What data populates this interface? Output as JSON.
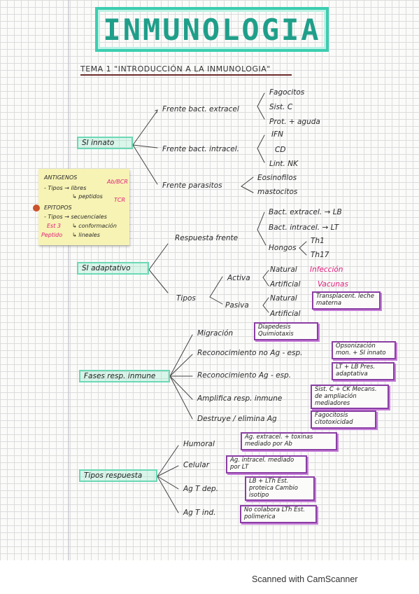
{
  "title": "INMUNOLOGIA",
  "subtitle": "TEMA 1 \"INTRODUCCIÓN A LA INMUNOLOGIA\"",
  "si_innato": {
    "label": "SI innato",
    "b1": {
      "label": "Frente bact. extracel",
      "items": [
        "Fagocitos",
        "Sist. C",
        "Prot. + aguda"
      ]
    },
    "b2": {
      "label": "Frente bact. intracel.",
      "items": [
        "IFN",
        "CD",
        "Lint. NK"
      ]
    },
    "b3": {
      "label": "Frente parasitos",
      "items": [
        "Eosinofilos",
        "mastocitos"
      ]
    }
  },
  "sticky": {
    "antigenos": "ANTIGENOS",
    "antigenos_tag": "Ab/BCR",
    "tipos_libres": "- Tipos → libres",
    "peptidos": "↳ peptidos",
    "peptidos_tag": "TCR",
    "epitopos": "EPITOPOS",
    "tipos_secuencial": "- Tipos → secuenciales",
    "est3": "Est 3",
    "conformacion": "↳ conformación",
    "peptido": "Peptido",
    "lineales": "↳ lineales"
  },
  "si_adaptativo": {
    "label": "SI adaptativo",
    "respuesta": {
      "label": "Respuesta frente",
      "items": [
        "Bact. extracel. → LB",
        "Bact. intracel. → LT",
        "Hongos"
      ],
      "th": [
        "Th1",
        "Th17"
      ]
    },
    "tipos": {
      "label": "Tipos",
      "activa": {
        "label": "Activa",
        "natural": "Natural",
        "natural_note": "Infección",
        "artificial": "Artificial",
        "artificial_note": "Vacunas"
      },
      "pasiva": {
        "label": "Pasiva",
        "natural": "Natural",
        "natural_note": "Transplacent. leche materna",
        "artificial": "Artificial"
      }
    }
  },
  "fases": {
    "label": "Fases resp. inmune",
    "items": [
      {
        "label": "Migración",
        "note": "Diapedesis Quimiotaxis"
      },
      {
        "label": "Reconocimiento no Ag - esp.",
        "note": "Opsonización mon. + SI innato"
      },
      {
        "label": "Reconocimiento Ag - esp.",
        "note": "LT + LB Pres. adaptativa"
      },
      {
        "label": "Amplifica resp. inmune",
        "note": "Sist. C + CK Mecans. de ampliación mediadores"
      },
      {
        "label": "Destruye / elimina Ag",
        "note": "Fagocitosis citotoxicidad"
      }
    ]
  },
  "tipos_respuesta": {
    "label": "Tipos respuesta",
    "items": [
      {
        "label": "Humoral",
        "note": "Ag. extracel. + toxinas mediado por Ab"
      },
      {
        "label": "Celular",
        "note": "Ag. intracel. mediado por LT"
      },
      {
        "label": "Ag T dep.",
        "note": "LB + LTh Est. proteica Cambio isotipo"
      },
      {
        "label": "Ag T ind.",
        "note": "No colabora LTh Est. polimerica"
      }
    ]
  },
  "footer": "Scanned with CamScanner",
  "colors": {
    "title": "#1f9f8a",
    "box_green": "#6cd8b5",
    "box_purple": "#8a3ea3",
    "pink": "#e01d7a",
    "sticky": "#f7f3b4"
  }
}
